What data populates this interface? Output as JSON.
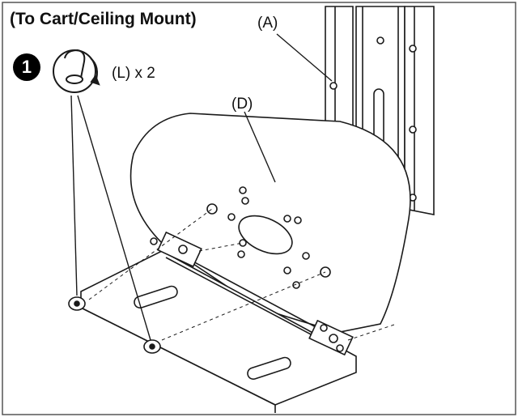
{
  "title": "(To Cart/Ceiling Mount)",
  "step": {
    "number": "1",
    "quantity_label": "(L) x 2"
  },
  "callouts": {
    "a": "(A)",
    "d": "(D)"
  },
  "colors": {
    "line": "#1a1a1a",
    "frame": "#555555"
  }
}
